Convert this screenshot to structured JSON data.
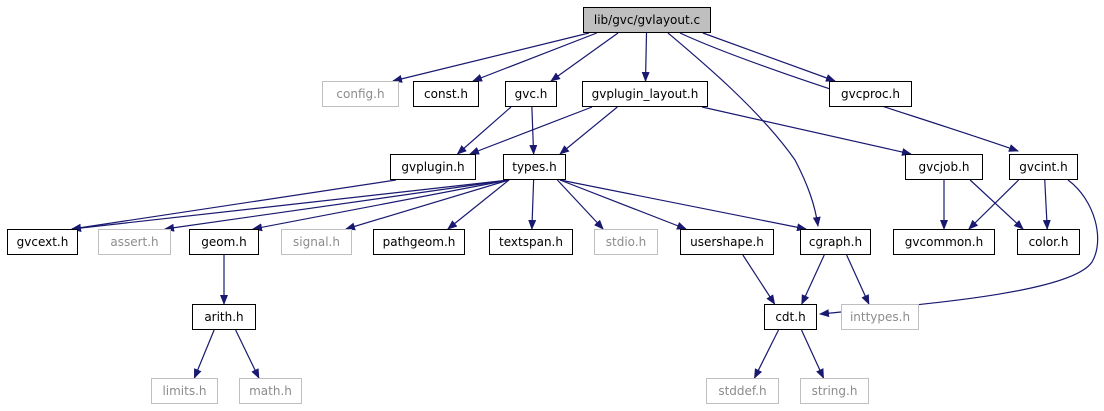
{
  "colors": {
    "edge": "#191970",
    "node_border": "#000000",
    "external_border": "#bfbfbf",
    "external_text": "#8c8c8c",
    "root_fill": "#bfbfbf"
  },
  "nodes": [
    {
      "id": "gvlayout_c",
      "label": "lib/gvc/gvlayout.c",
      "kind": "root"
    },
    {
      "id": "config_h",
      "label": "config.h",
      "kind": "external"
    },
    {
      "id": "const_h",
      "label": "const.h",
      "kind": "internal"
    },
    {
      "id": "gvc_h",
      "label": "gvc.h",
      "kind": "internal"
    },
    {
      "id": "gvplugin_layout_h",
      "label": "gvplugin_layout.h",
      "kind": "internal"
    },
    {
      "id": "gvcproc_h",
      "label": "gvcproc.h",
      "kind": "internal"
    },
    {
      "id": "gvplugin_h",
      "label": "gvplugin.h",
      "kind": "internal"
    },
    {
      "id": "types_h",
      "label": "types.h",
      "kind": "internal"
    },
    {
      "id": "gvcjob_h",
      "label": "gvcjob.h",
      "kind": "internal"
    },
    {
      "id": "gvcint_h",
      "label": "gvcint.h",
      "kind": "internal"
    },
    {
      "id": "gvcext_h",
      "label": "gvcext.h",
      "kind": "internal"
    },
    {
      "id": "assert_h",
      "label": "assert.h",
      "kind": "external"
    },
    {
      "id": "geom_h",
      "label": "geom.h",
      "kind": "internal"
    },
    {
      "id": "signal_h",
      "label": "signal.h",
      "kind": "external"
    },
    {
      "id": "pathgeom_h",
      "label": "pathgeom.h",
      "kind": "internal"
    },
    {
      "id": "textspan_h",
      "label": "textspan.h",
      "kind": "internal"
    },
    {
      "id": "stdio_h",
      "label": "stdio.h",
      "kind": "external"
    },
    {
      "id": "usershape_h",
      "label": "usershape.h",
      "kind": "internal"
    },
    {
      "id": "cgraph_h",
      "label": "cgraph.h",
      "kind": "internal"
    },
    {
      "id": "gvcommon_h",
      "label": "gvcommon.h",
      "kind": "internal"
    },
    {
      "id": "color_h",
      "label": "color.h",
      "kind": "internal"
    },
    {
      "id": "arith_h",
      "label": "arith.h",
      "kind": "internal"
    },
    {
      "id": "cdt_h",
      "label": "cdt.h",
      "kind": "internal"
    },
    {
      "id": "inttypes_h",
      "label": "inttypes.h",
      "kind": "external"
    },
    {
      "id": "limits_h",
      "label": "limits.h",
      "kind": "external"
    },
    {
      "id": "math_h",
      "label": "math.h",
      "kind": "external"
    },
    {
      "id": "stddef_h",
      "label": "stddef.h",
      "kind": "external"
    },
    {
      "id": "string_h",
      "label": "string.h",
      "kind": "external"
    }
  ],
  "edges": [
    [
      "gvlayout_c",
      "config_h"
    ],
    [
      "gvlayout_c",
      "const_h"
    ],
    [
      "gvlayout_c",
      "gvc_h"
    ],
    [
      "gvlayout_c",
      "gvplugin_layout_h"
    ],
    [
      "gvlayout_c",
      "cgraph_h"
    ],
    [
      "gvlayout_c",
      "gvcproc_h"
    ],
    [
      "gvlayout_c",
      "gvcint_h"
    ],
    [
      "gvc_h",
      "gvplugin_h"
    ],
    [
      "gvc_h",
      "types_h"
    ],
    [
      "gvplugin_layout_h",
      "gvplugin_h"
    ],
    [
      "gvplugin_layout_h",
      "types_h"
    ],
    [
      "gvplugin_layout_h",
      "gvcjob_h"
    ],
    [
      "gvplugin_h",
      "gvcext_h"
    ],
    [
      "types_h",
      "gvcext_h"
    ],
    [
      "types_h",
      "assert_h"
    ],
    [
      "types_h",
      "geom_h"
    ],
    [
      "types_h",
      "signal_h"
    ],
    [
      "types_h",
      "pathgeom_h"
    ],
    [
      "types_h",
      "textspan_h"
    ],
    [
      "types_h",
      "stdio_h"
    ],
    [
      "types_h",
      "usershape_h"
    ],
    [
      "types_h",
      "cgraph_h"
    ],
    [
      "gvcjob_h",
      "gvcommon_h"
    ],
    [
      "gvcjob_h",
      "color_h"
    ],
    [
      "gvcint_h",
      "gvcommon_h"
    ],
    [
      "gvcint_h",
      "color_h"
    ],
    [
      "gvcint_h",
      "cdt_h"
    ],
    [
      "geom_h",
      "arith_h"
    ],
    [
      "usershape_h",
      "cdt_h"
    ],
    [
      "cgraph_h",
      "cdt_h"
    ],
    [
      "cgraph_h",
      "inttypes_h"
    ],
    [
      "arith_h",
      "limits_h"
    ],
    [
      "arith_h",
      "math_h"
    ],
    [
      "cdt_h",
      "stddef_h"
    ],
    [
      "cdt_h",
      "string_h"
    ]
  ]
}
